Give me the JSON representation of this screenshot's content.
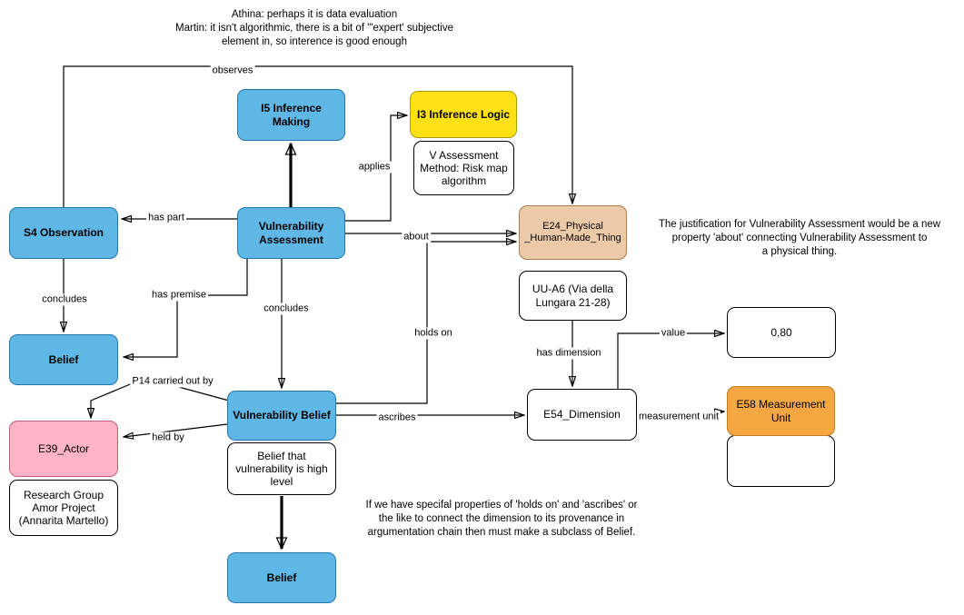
{
  "notes": {
    "top": {
      "text": "Athina: perhaps it is data evaluation\nMartin: it isn't algorithmic, there is a bit of \"'expert' subjective\nelement in, so interence is good enough"
    },
    "right": {
      "text": "The justification for Vulnerability Assessment would be a new\nproperty 'about' connecting Vulnerability Assessment to\na physical thing."
    },
    "bottom": {
      "text": "If we have specifal properties of 'holds on' and 'ascribes' or\nthe like to connect the dimension to its provenance in\nargumentation chain then must make a subclass of Belief."
    }
  },
  "nodes": {
    "i5_inference_making": {
      "label": "I5 Inference Making",
      "fill": "#5fb7e5",
      "border": "#2477a8"
    },
    "i3_inference_logic": {
      "label": "I3 Inference Logic",
      "fill": "#ffe014",
      "border": "#a69b00"
    },
    "v_assessment_method": {
      "label": "V Assessment\nMethod: Risk map\nalgorithm",
      "fill": "#ffffff",
      "border": "#000000"
    },
    "s4_observation": {
      "label": "S4 Observation",
      "fill": "#5fb7e5",
      "border": "#2477a8"
    },
    "vulnerability_assessment": {
      "label": "Vulnerability\nAssessment",
      "fill": "#5fb7e5",
      "border": "#2477a8"
    },
    "e24_physical_human_made_thing": {
      "label": "E24_Physical\n_Human-Made_Thing",
      "fill": "#eccaa7",
      "border": "#a97e4e"
    },
    "uu_a6": {
      "label": "UU-A6 (Via della\nLungara 21-28)",
      "fill": "#ffffff",
      "border": "#000000"
    },
    "belief_observation": {
      "label": "Belief",
      "fill": "#5fb7e5",
      "border": "#2477a8"
    },
    "e39_actor": {
      "label": "E39_Actor",
      "fill": "#ffb3c6",
      "border": "#c2607a"
    },
    "research_group": {
      "label": "Research Group\nAmor Project\n(Annarita Martello)",
      "fill": "#ffffff",
      "border": "#000000"
    },
    "vulnerability_belief": {
      "label": "Vulnerability Belief",
      "fill": "#5fb7e5",
      "border": "#2477a8"
    },
    "belief_statement": {
      "label": "Belief that\nvulnerability is high\nlevel",
      "fill": "#ffffff",
      "border": "#000000"
    },
    "belief_bottom": {
      "label": "Belief",
      "fill": "#5fb7e5",
      "border": "#2477a8"
    },
    "e54_dimension": {
      "label": "E54_Dimension",
      "fill": "#ffffff",
      "border": "#000000"
    },
    "value_080": {
      "label": "0,80",
      "fill": "#ffffff",
      "border": "#000000"
    },
    "e58_measurement_unit": {
      "label": "E58 Measurement\nUnit",
      "fill": "#f5a742",
      "border": "#bf7f23"
    }
  },
  "edges": {
    "observes": {
      "label": "observes"
    },
    "has_part": {
      "label": "has part"
    },
    "applies": {
      "label": "applies"
    },
    "about": {
      "label": "about"
    },
    "concludes_observation": {
      "label": "concludes"
    },
    "has_premise": {
      "label": "has premise"
    },
    "concludes_assessment": {
      "label": "concludes"
    },
    "p14_carried_out_by": {
      "label": "P14 carried out by"
    },
    "held_by": {
      "label": "held by"
    },
    "ascribes": {
      "label": "ascribes"
    },
    "holds_on": {
      "label": "holds on"
    },
    "has_dimension": {
      "label": "has dimension"
    },
    "value": {
      "label": "value"
    },
    "measurement_unit": {
      "label": "measurement unit"
    }
  },
  "palette": {
    "node_blue": "#5fb7e5",
    "node_yellow": "#ffe014",
    "node_tan": "#eccaa7",
    "node_pink": "#ffb3c6",
    "node_orange": "#f5a742",
    "node_white": "#ffffff",
    "node_white_border": "#000000",
    "edge_color": "#000000"
  }
}
